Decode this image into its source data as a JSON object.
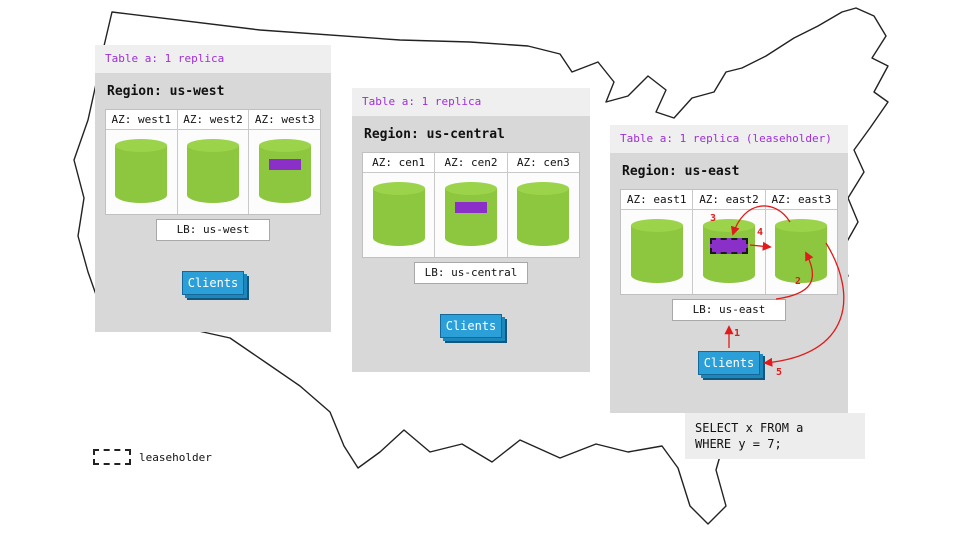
{
  "colors": {
    "accent_purple": "#9e2fd6",
    "replica_purple": "#8b2fc9",
    "cylinder_green": "#8dc63f",
    "clients_blue": "#2a9fd8",
    "arrow_red": "#e01b1b",
    "region_gray": "#d8d8d8"
  },
  "regions": [
    {
      "table_label": "Table a: 1 replica",
      "region_label": "Region: us-west",
      "azs": [
        {
          "label": "AZ: west1",
          "replica": false
        },
        {
          "label": "AZ: west2",
          "replica": false
        },
        {
          "label": "AZ: west3",
          "replica": true,
          "leaseholder": false
        }
      ],
      "lb_label": "LB: us-west",
      "clients_label": "Clients"
    },
    {
      "table_label": "Table a: 1 replica",
      "region_label": "Region: us-central",
      "azs": [
        {
          "label": "AZ: cen1",
          "replica": false
        },
        {
          "label": "AZ: cen2",
          "replica": true,
          "leaseholder": false
        },
        {
          "label": "AZ: cen3",
          "replica": false
        }
      ],
      "lb_label": "LB: us-central",
      "clients_label": "Clients"
    },
    {
      "table_label": "Table a: 1 replica (leaseholder)",
      "region_label": "Region: us-east",
      "azs": [
        {
          "label": "AZ: east1",
          "replica": false
        },
        {
          "label": "AZ: east2",
          "replica": true,
          "leaseholder": true
        },
        {
          "label": "AZ: east3",
          "replica": false
        }
      ],
      "lb_label": "LB: us-east",
      "clients_label": "Clients"
    }
  ],
  "flow_steps": [
    "1",
    "2",
    "3",
    "4",
    "5"
  ],
  "sql_query": "SELECT x FROM a\nWHERE y = 7;",
  "legend_label": "leaseholder"
}
